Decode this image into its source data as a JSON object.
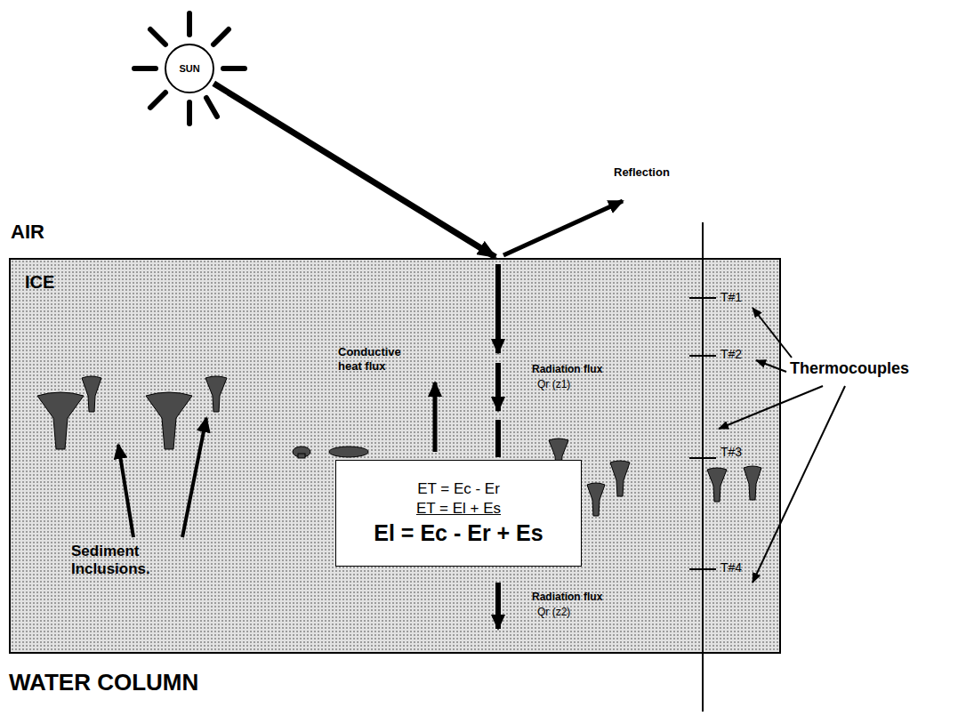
{
  "diagram": {
    "nodes": [
      {
        "text": [
          "SUN"
        ]
      },
      {
        "text": [
          "ICE"
        ]
      },
      {
        "text": [
          "ET = Ec - Er",
          "ET = El + Es",
          "El = Ec - Er + Es"
        ],
        "in": 1
      }
    ],
    "edges": [
      {
        "from": 0,
        "to": 1,
        "arrow": "to"
      }
    ],
    "labels": [
      "AIR",
      "Reflection",
      "Conductive heat flux",
      "Radiation flux",
      "Qr (z1)",
      "Radiation flux",
      "Qr (z2)",
      "Sediment Inclusions.",
      "T#1",
      "T#2",
      "T#3",
      "T#4",
      "Thermocouples",
      "WATER COLUMN"
    ]
  }
}
